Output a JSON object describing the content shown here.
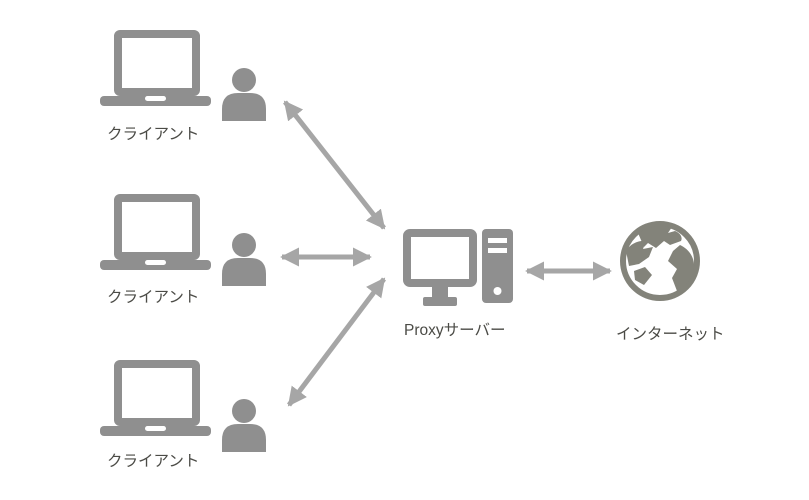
{
  "title": "Proxy server network diagram",
  "colors": {
    "bg": "#ffffff",
    "icon": "#8f8f8f",
    "arrow": "#a6a6a6",
    "globe": "#83837a",
    "text": "#4b4b46"
  },
  "nodes": {
    "clients": [
      {
        "id": "client-1",
        "label": "クライアント",
        "icons": [
          "laptop-icon",
          "user-icon"
        ]
      },
      {
        "id": "client-2",
        "label": "クライアント",
        "icons": [
          "laptop-icon",
          "user-icon"
        ]
      },
      {
        "id": "client-3",
        "label": "クライアント",
        "icons": [
          "laptop-icon",
          "user-icon"
        ]
      }
    ],
    "proxy": {
      "id": "proxy",
      "label": "Proxyサーバー",
      "icons": [
        "desktop-computer-icon"
      ]
    },
    "internet": {
      "id": "internet",
      "label": "インターネット",
      "icons": [
        "globe-icon"
      ]
    }
  },
  "connections": [
    {
      "from": "client-1",
      "to": "proxy",
      "bidirectional": true
    },
    {
      "from": "client-2",
      "to": "proxy",
      "bidirectional": true
    },
    {
      "from": "client-3",
      "to": "proxy",
      "bidirectional": true
    },
    {
      "from": "proxy",
      "to": "internet",
      "bidirectional": true
    }
  ]
}
